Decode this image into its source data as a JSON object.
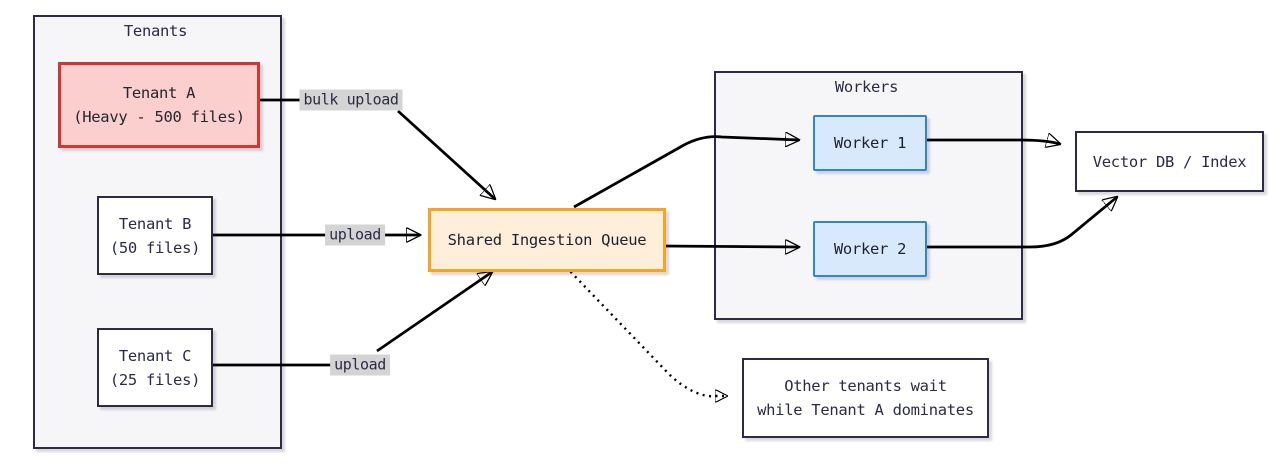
{
  "colors": {
    "navy_border": "#2b2b47",
    "container_fill": "#f6f6f9",
    "red_border": "#d23535",
    "red_fill": "#fccfcf",
    "blue_border": "#2e86d1",
    "blue_fill": "#d8e9fb",
    "orange_border": "#f7a423",
    "orange_fill": "#ffeeda",
    "edge_label_bg": "#d4d4d4",
    "edge_stroke": "#000000"
  },
  "tenants_group": {
    "title": "Tenants"
  },
  "workers_group": {
    "title": "Workers"
  },
  "nodes": {
    "tenant_a": {
      "line1": "Tenant A",
      "line2": "(Heavy - 500 files)"
    },
    "tenant_b": {
      "line1": "Tenant B",
      "line2": "(50 files)"
    },
    "tenant_c": {
      "line1": "Tenant C",
      "line2": "(25 files)"
    },
    "queue": {
      "label": "Shared Ingestion Queue"
    },
    "worker1": {
      "label": "Worker 1"
    },
    "worker2": {
      "label": "Worker 2"
    },
    "vector_db": {
      "label": "Vector DB / Index"
    },
    "wait_note": {
      "line1": "Other tenants wait",
      "line2": "while Tenant A dominates"
    }
  },
  "edge_labels": {
    "bulk_upload": "bulk upload",
    "upload_b": "upload",
    "upload_c": "upload"
  }
}
